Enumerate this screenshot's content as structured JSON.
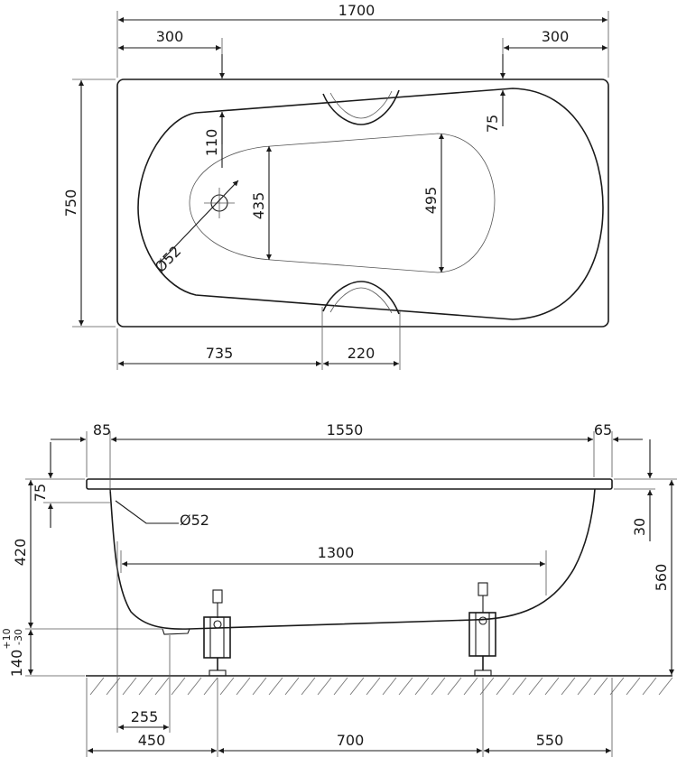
{
  "top_view": {
    "overall_length": "1700",
    "width": "750",
    "left_offset": "300",
    "right_offset": "300",
    "head_rim": "110",
    "foot_rim": "75",
    "drain_diameter": "Ø52",
    "inner_width_head": "435",
    "inner_width_foot": "495",
    "handle_offset": "735",
    "handle_width": "220"
  },
  "side_view": {
    "left_rim": "85",
    "inner_length": "1550",
    "right_rim": "65",
    "rim_depth": "75",
    "depth_left": "420",
    "outlet_diameter": "Ø52",
    "rim_thickness": "30",
    "total_height": "560",
    "bottom_length": "1300",
    "leg_height": "140",
    "leg_tol_plus": "+10",
    "leg_tol_minus": "-30",
    "outlet_offset": "255",
    "leg_left_offset": "450",
    "leg_spacing": "700",
    "leg_right_offset": "550"
  },
  "colors": {
    "line": "#1a1a1a",
    "hatch": "#777777"
  }
}
